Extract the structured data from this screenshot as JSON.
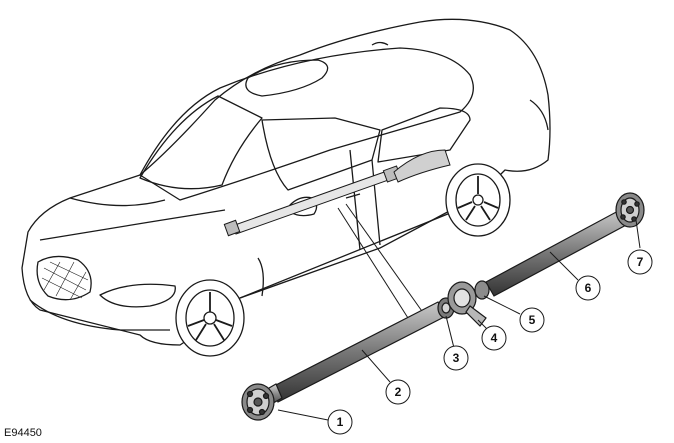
{
  "figure_id": "E94450",
  "callouts": [
    {
      "id": "1"
    },
    {
      "id": "2"
    },
    {
      "id": "3"
    },
    {
      "id": "4"
    },
    {
      "id": "5"
    },
    {
      "id": "6"
    },
    {
      "id": "7"
    }
  ],
  "colors": {
    "line": "#1a1a1a",
    "shaft": "#6e6e6e",
    "shaft_light": "#b0b0b0",
    "background": "#ffffff"
  }
}
